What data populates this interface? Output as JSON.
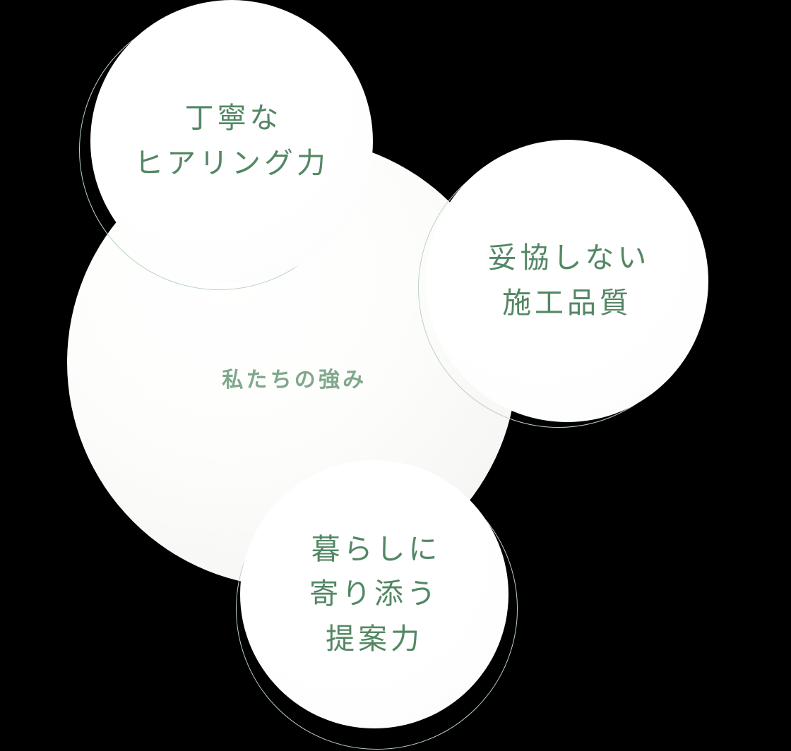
{
  "graphic": {
    "kind": "venn-style-circle-diagram",
    "center_label": "私たちの強み",
    "colors": {
      "text_green": "#538764",
      "center_text_green": "#7fa88c",
      "ring_stroke": "#b9d3c2",
      "disc_fill": "#ffffff",
      "blob_fill": "#f8f8f6"
    }
  },
  "circles": [
    {
      "id": "hearing",
      "name": "丁寧なヒアリング力",
      "label": "丁寧な\nヒアリング力",
      "line1": "丁寧な",
      "line2": "ヒアリング力"
    },
    {
      "id": "quality",
      "name": "妥協しない施工品質",
      "label": "妥協しない\n施工品質",
      "line1": "妥協しない",
      "line2": "施工品質"
    },
    {
      "id": "proposal",
      "name": "暮らしに寄り添う提案力",
      "label": "暮らしに\n寄り添う\n提案力",
      "line1": "暮らしに",
      "line2": "寄り添う",
      "line3": "提案力"
    }
  ]
}
